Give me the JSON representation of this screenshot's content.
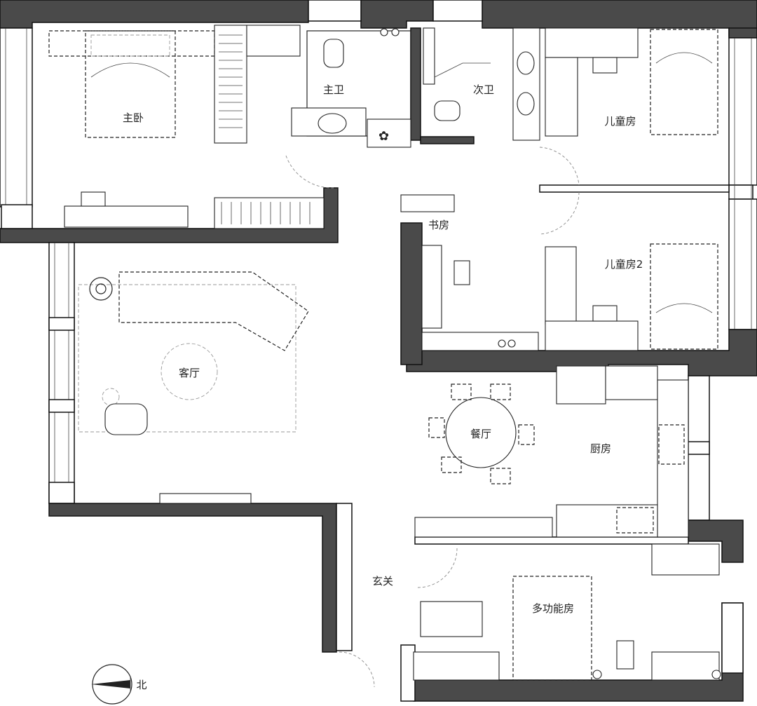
{
  "rooms": {
    "master_bedroom": "主卧",
    "master_bath": "主卫",
    "second_bath": "次卫",
    "kids_room": "儿童房",
    "kids_room_2": "儿童房2",
    "study": "书房",
    "living_room": "客厅",
    "dining_room": "餐厅",
    "kitchen": "厨房",
    "entrance": "玄关",
    "multi_room": "多功能房"
  },
  "compass": {
    "north": "北"
  }
}
